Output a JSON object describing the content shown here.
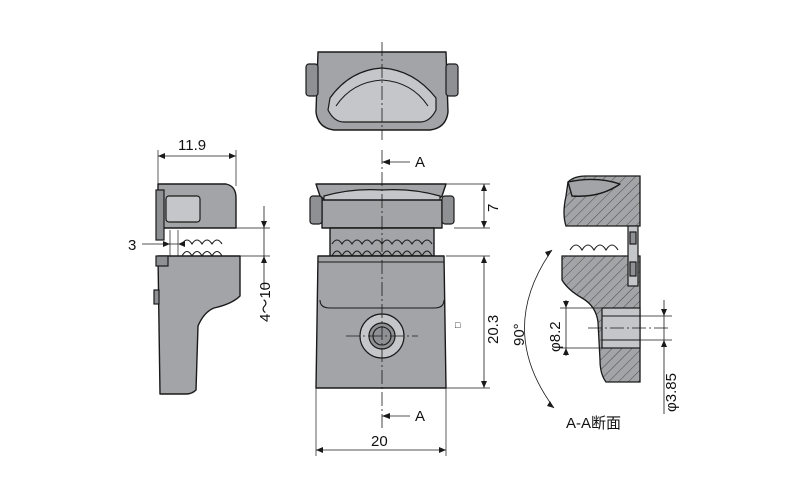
{
  "dimensions": {
    "width_side": "11.9",
    "gap_side": "3",
    "range_side": "4～10",
    "height_top": "7",
    "height_body": "20.3",
    "width_front": "20",
    "angle": "90°",
    "bore_large": "φ8.2",
    "bore_small": "φ3.85"
  },
  "section": {
    "marker_top": "A",
    "marker_bottom": "A",
    "label": "A-A断面"
  },
  "square_symbol": "□",
  "colors": {
    "part_fill": "#a2a4a7",
    "outline": "#1a1a1a"
  }
}
